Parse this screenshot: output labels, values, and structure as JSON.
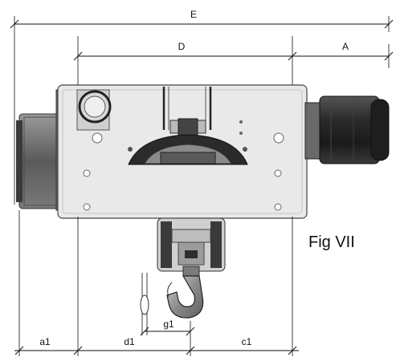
{
  "figure_label": "Fig VII",
  "dimensions": {
    "E": "E",
    "D": "D",
    "A": "A",
    "a1": "a1",
    "d1": "d1",
    "g1": "g1",
    "c1": "c1"
  }
}
